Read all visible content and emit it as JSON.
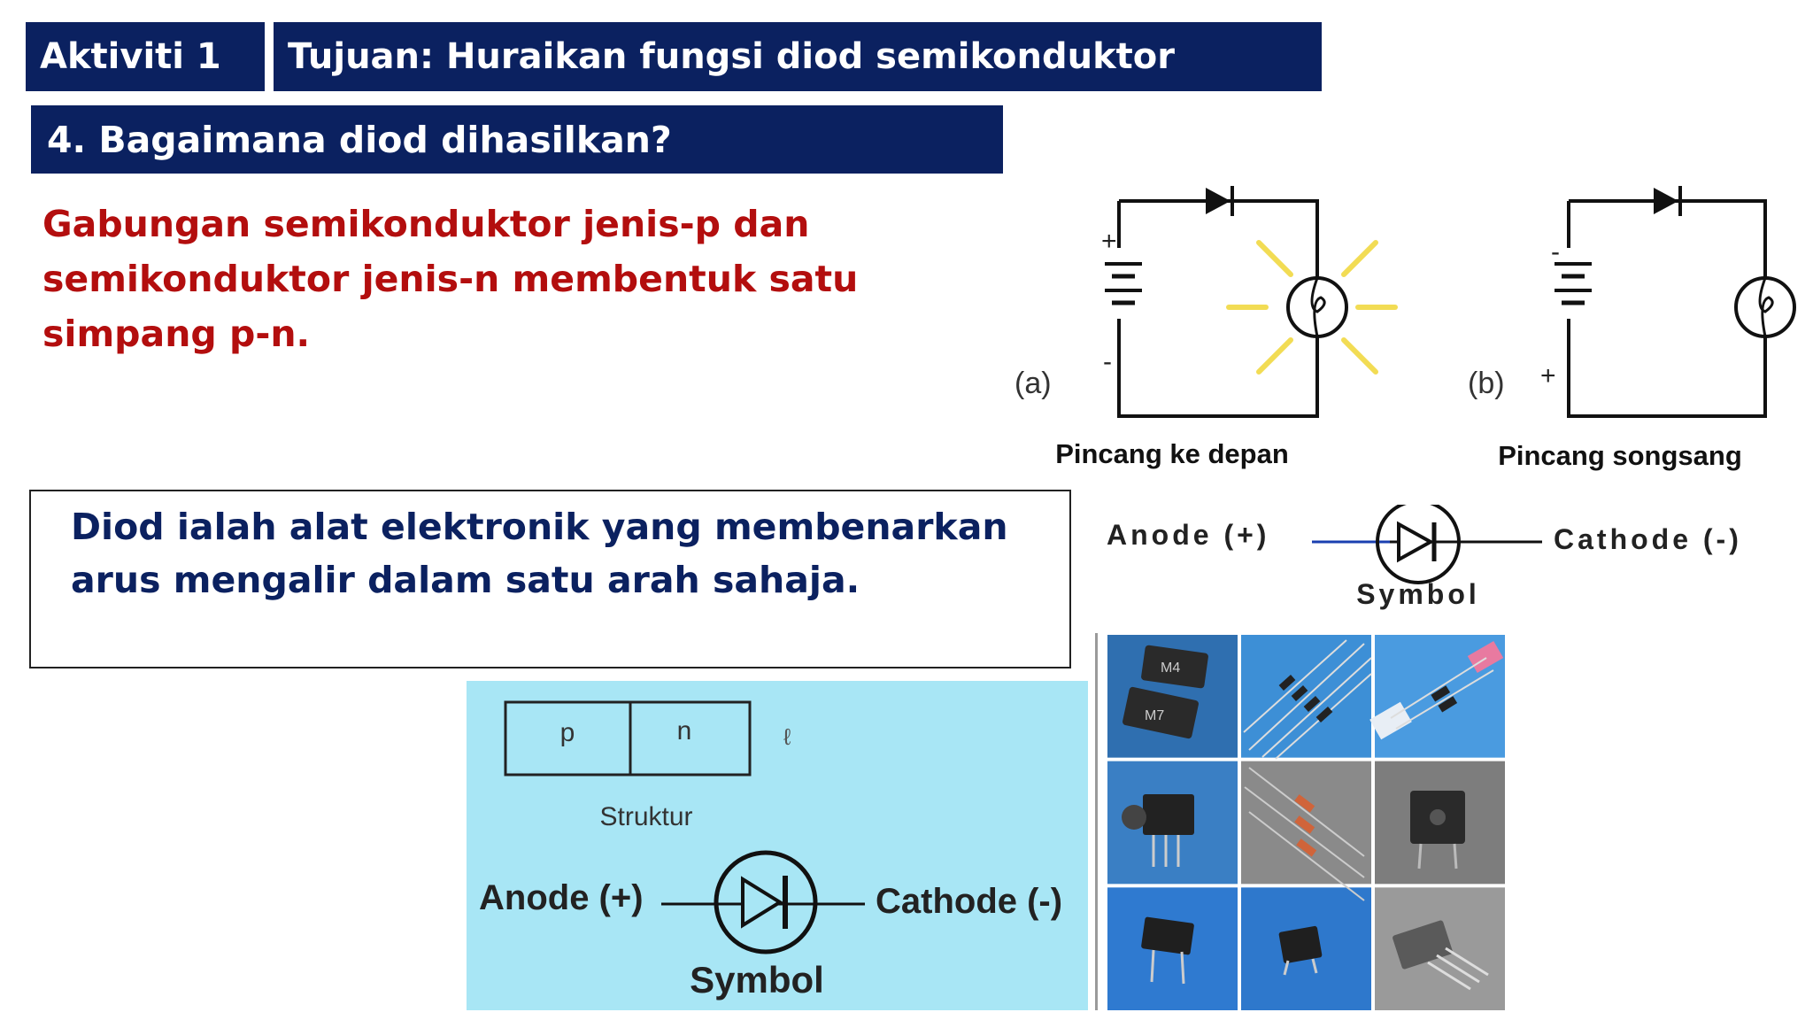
{
  "header": {
    "activity": "Aktiviti 1",
    "objective": "Tujuan: Huraikan fungsi diod semikonduktor",
    "question": "4.  Bagaimana diod dihasilkan?"
  },
  "answer_text": "Gabungan semikonduktor jenis-p dan semikonduktor jenis-n membentuk satu simpang p-n.",
  "definition_text": "Diod ialah alat elektronik yang membenarkan arus mengalir dalam satu arah sahaja.",
  "circuits": {
    "a": {
      "label": "(a)",
      "caption": "Pincang ke depan",
      "top_sign": "+",
      "bottom_sign": "-"
    },
    "b": {
      "label": "(b)",
      "caption": "Pincang songsang",
      "top_sign": "-",
      "bottom_sign": "+"
    }
  },
  "symbol_small": {
    "anode": "Anode (+)",
    "cathode": "Cathode (-)",
    "symbol": "Symbol"
  },
  "structure_panel": {
    "p": "p",
    "n": "n",
    "structure": "Struktur",
    "anode": "Anode (+)",
    "cathode": "Cathode (-)",
    "symbol": "Symbol",
    "background": "#a8e6f5"
  },
  "photo_grid": {
    "tiles": [
      {
        "name": "smd-diodes-photo",
        "bg": "#2f6fb0",
        "marks": [
          "M4",
          "M7"
        ]
      },
      {
        "name": "axial-diodes-strip-photo",
        "bg": "#3d8fd6",
        "marks": []
      },
      {
        "name": "diodes-tape-photo",
        "bg": "#4a9be0",
        "marks": []
      },
      {
        "name": "bridge-rectifier-photo",
        "bg": "#3a7fc4",
        "marks": []
      },
      {
        "name": "orange-diodes-photo",
        "bg": "#8a8a8a",
        "marks": []
      },
      {
        "name": "square-bridge-photo",
        "bg": "#7d7d7d",
        "marks": []
      },
      {
        "name": "small-bridge-photo",
        "bg": "#2f7ad0",
        "marks": []
      },
      {
        "name": "smd-bridge-photo",
        "bg": "#2e78cc",
        "marks": []
      },
      {
        "name": "inline-bridge-photo",
        "bg": "#9a9a9a",
        "marks": []
      }
    ]
  },
  "colors": {
    "header_bg": "#0b2160",
    "answer": "#b30e0e",
    "definition": "#0b2160",
    "glow": "#f2dc54"
  }
}
